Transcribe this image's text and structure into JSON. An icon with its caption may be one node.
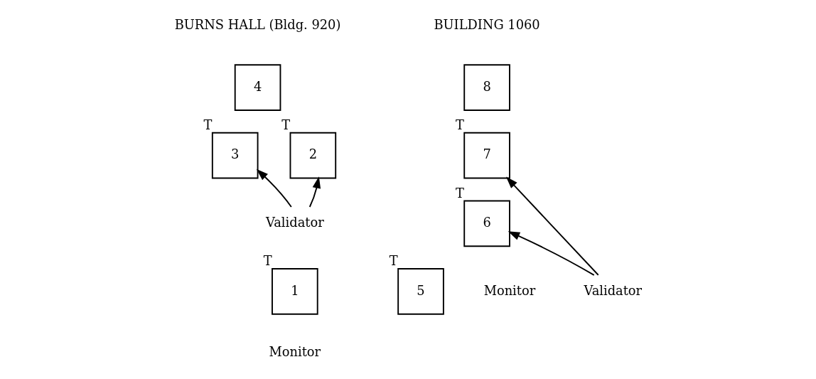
{
  "diagram": {
    "nodes": [
      {
        "text": [
          "4"
        ]
      },
      {
        "text": [
          "3"
        ],
        "beside": [
          "T"
        ]
      },
      {
        "text": [
          "2"
        ],
        "beside": [
          "T"
        ]
      },
      {
        "text": [
          "1"
        ],
        "beside": [
          "T"
        ]
      },
      {
        "text": [
          "8"
        ]
      },
      {
        "text": [
          "7"
        ],
        "beside": [
          "T"
        ]
      },
      {
        "text": [
          "6"
        ],
        "beside": [
          "T"
        ]
      },
      {
        "text": [
          "5"
        ],
        "beside": [
          "T"
        ]
      },
      {
        "text": [
          "Validator"
        ]
      },
      {
        "text": [
          "Validator"
        ]
      }
    ],
    "edges": [
      {
        "from": 8,
        "to": 1,
        "arrow": "to"
      },
      {
        "from": 8,
        "to": 2,
        "arrow": "to"
      },
      {
        "from": 9,
        "to": 5,
        "arrow": "to"
      },
      {
        "from": 9,
        "to": 6,
        "arrow": "to"
      }
    ],
    "labels": [
      "BURNS HALL (Bldg. 920)",
      "BUILDING 1060",
      "Monitor",
      "Monitor"
    ]
  }
}
